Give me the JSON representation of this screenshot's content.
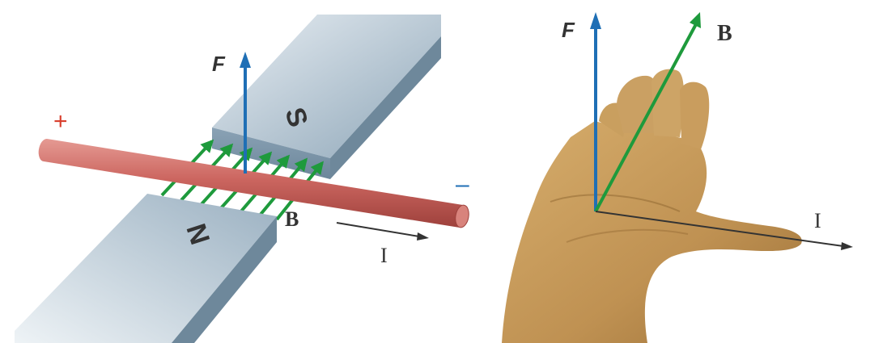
{
  "left_figure": {
    "plus_sign": "+",
    "minus_sign": "–",
    "force_label": "F",
    "field_label": "B",
    "current_label": "I",
    "north_pole": "N",
    "south_pole": "S"
  },
  "right_figure": {
    "force_label": "F",
    "field_label": "B",
    "current_label": "I"
  },
  "colors": {
    "force": "#1f6fb5",
    "field": "#1e9a3c",
    "current": "#333333",
    "wire": "#c8605a",
    "plus": "#d9402e",
    "minus": "#1f6fb5",
    "magnet_top": "#b7c7d3",
    "magnet_side": "#7f98ab",
    "skin": "#c49a5a"
  }
}
